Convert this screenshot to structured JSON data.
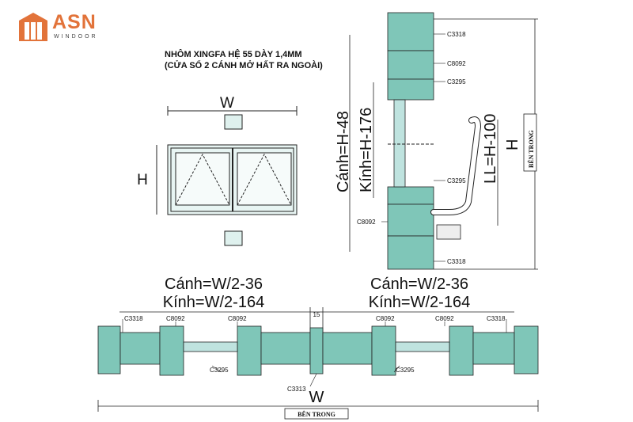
{
  "brand": {
    "name": "ASN",
    "tagline": "WINDOOR",
    "color": "#e2733a"
  },
  "title": {
    "line1": "NHÔM XINGFA HỆ 55 DÀY 1,4MM",
    "line2": "(CỬA SỔ 2 CÁNH MỞ HẤT RA NGOÀI)"
  },
  "elevation": {
    "width_label": "W",
    "height_label": "H"
  },
  "vertical_section": {
    "canh": "Cánh=H-48",
    "kinh": "Kính=H-176",
    "ll": "LL=H-100",
    "h": "H",
    "ben_trong": "BÊN TRONG",
    "codes": [
      "C3318",
      "C8092",
      "C3295",
      "C3295",
      "C8092",
      "C3318"
    ]
  },
  "horizontal_section": {
    "left_canh": "Cánh=W/2-36",
    "left_kinh": "Kính=W/2-164",
    "right_canh": "Cánh=W/2-36",
    "right_kinh": "Kính=W/2-164",
    "gap": "15",
    "w": "W",
    "ben_trong": "BÊN TRONG",
    "codes_top": [
      "C3318",
      "C8092",
      "C8092",
      "C8092",
      "C8092",
      "C3318"
    ],
    "codes_bottom": [
      "C3295",
      "C3295",
      "C3313"
    ]
  },
  "colors": {
    "profile": "#7fc6b8",
    "line": "#222222",
    "glass": "#bfe3df"
  }
}
